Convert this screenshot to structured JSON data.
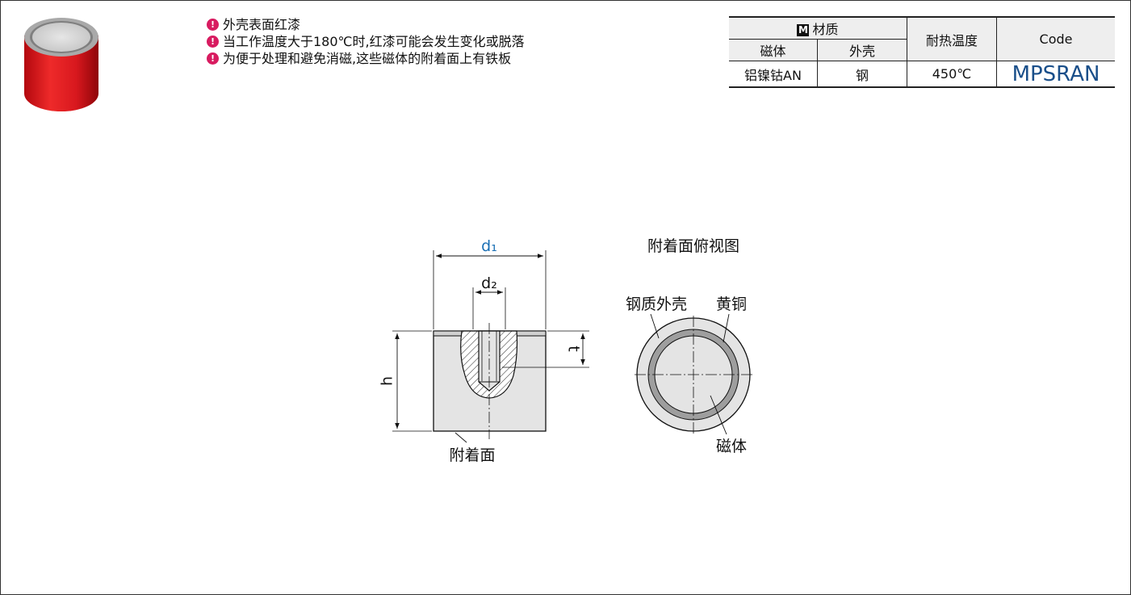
{
  "notes": [
    "外壳表面红漆",
    "当工作温度大于180℃时,红漆可能会发生变化或脱落",
    "为便于处理和避免消磁,这些磁体的附着面上有铁板"
  ],
  "spec_table": {
    "material_badge": "M",
    "material_header": "材质",
    "magnet_header": "磁体",
    "shell_header": "外壳",
    "heat_header": "耐热温度",
    "code_header": "Code",
    "magnet_value": "铝镍钴AN",
    "shell_value": "钢",
    "heat_value": "450℃",
    "code_value": "MPSRAN"
  },
  "drawing": {
    "dim_d1": "d₁",
    "dim_d2": "d₂",
    "dim_t": "t",
    "dim_h": "h",
    "attach_face_label": "附着面",
    "top_view_title": "附着面俯视图",
    "steel_shell_label": "钢质外壳",
    "brass_label": "黄铜",
    "magnet_label": "磁体"
  },
  "colors": {
    "shell_red": "#d8181e",
    "code_blue": "#1a4f8a",
    "dim_blue": "#1a6fb4",
    "warn_pink": "#d81b60"
  }
}
